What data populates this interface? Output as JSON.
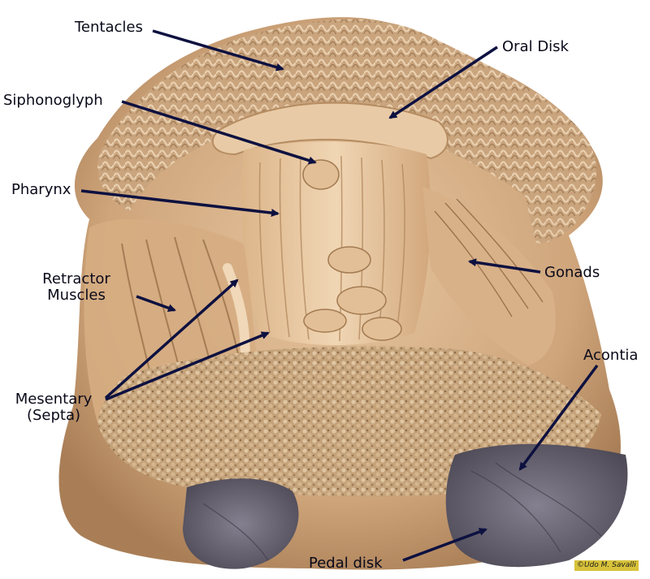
{
  "labels": {
    "tentacles": "Tentacles",
    "oral_disk": "Oral Disk",
    "siphonoglyph": "Siphonoglyph",
    "pharynx": "Pharynx",
    "retractor_line1": "Retractor",
    "retractor_line2": "Muscles",
    "gonads": "Gonads",
    "acontia": "Acontia",
    "mesentary_line1": "Mesentary",
    "mesentary_line2": "(Septa)",
    "pedal_disk": "Pedal disk"
  },
  "credit": "©Udo M. Savalli",
  "colors": {
    "arrow": "#0d1140",
    "tissue": "#d9b48f",
    "tissue_dark": "#b58c62",
    "disk": "#6e6a78",
    "background": "#ffffff"
  }
}
